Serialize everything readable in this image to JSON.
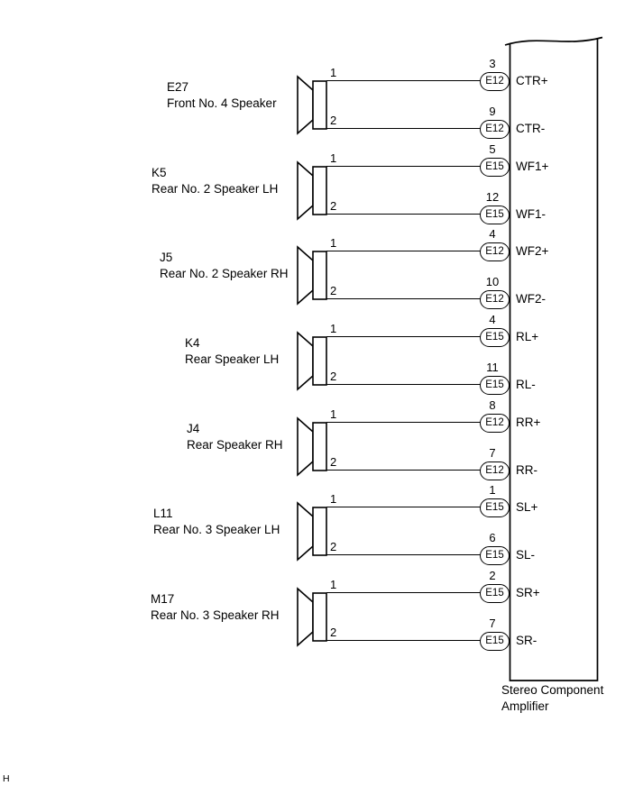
{
  "page": {
    "corner_mark": "H"
  },
  "colors": {
    "line": "#000000",
    "background": "#ffffff"
  },
  "amplifier": {
    "name_line1": "Stereo Component",
    "name_line2": "Amplifier"
  },
  "speakers": [
    {
      "code": "E27",
      "name": "Front No. 4 Speaker",
      "pins": [
        {
          "pin": "1",
          "conn_pin": "3",
          "connector": "E12",
          "signal": "CTR+"
        },
        {
          "pin": "2",
          "conn_pin": "9",
          "connector": "E12",
          "signal": "CTR-"
        }
      ]
    },
    {
      "code": "K5",
      "name": "Rear No. 2 Speaker LH",
      "pins": [
        {
          "pin": "1",
          "conn_pin": "5",
          "connector": "E15",
          "signal": "WF1+"
        },
        {
          "pin": "2",
          "conn_pin": "12",
          "connector": "E15",
          "signal": "WF1-"
        }
      ]
    },
    {
      "code": "J5",
      "name": "Rear No. 2 Speaker RH",
      "pins": [
        {
          "pin": "1",
          "conn_pin": "4",
          "connector": "E12",
          "signal": "WF2+"
        },
        {
          "pin": "2",
          "conn_pin": "10",
          "connector": "E12",
          "signal": "WF2-"
        }
      ]
    },
    {
      "code": "K4",
      "name": "Rear Speaker LH",
      "pins": [
        {
          "pin": "1",
          "conn_pin": "4",
          "connector": "E15",
          "signal": "RL+"
        },
        {
          "pin": "2",
          "conn_pin": "11",
          "connector": "E15",
          "signal": "RL-"
        }
      ]
    },
    {
      "code": "J4",
      "name": "Rear Speaker RH",
      "pins": [
        {
          "pin": "1",
          "conn_pin": "8",
          "connector": "E12",
          "signal": "RR+"
        },
        {
          "pin": "2",
          "conn_pin": "7",
          "connector": "E12",
          "signal": "RR-"
        }
      ]
    },
    {
      "code": "L11",
      "name": "Rear No. 3 Speaker LH",
      "pins": [
        {
          "pin": "1",
          "conn_pin": "1",
          "connector": "E15",
          "signal": "SL+"
        },
        {
          "pin": "2",
          "conn_pin": "6",
          "connector": "E15",
          "signal": "SL-"
        }
      ]
    },
    {
      "code": "M17",
      "name": "Rear No. 3 Speaker RH",
      "pins": [
        {
          "pin": "1",
          "conn_pin": "2",
          "connector": "E15",
          "signal": "SR+"
        },
        {
          "pin": "2",
          "conn_pin": "7",
          "connector": "E15",
          "signal": "SR-"
        }
      ]
    }
  ]
}
